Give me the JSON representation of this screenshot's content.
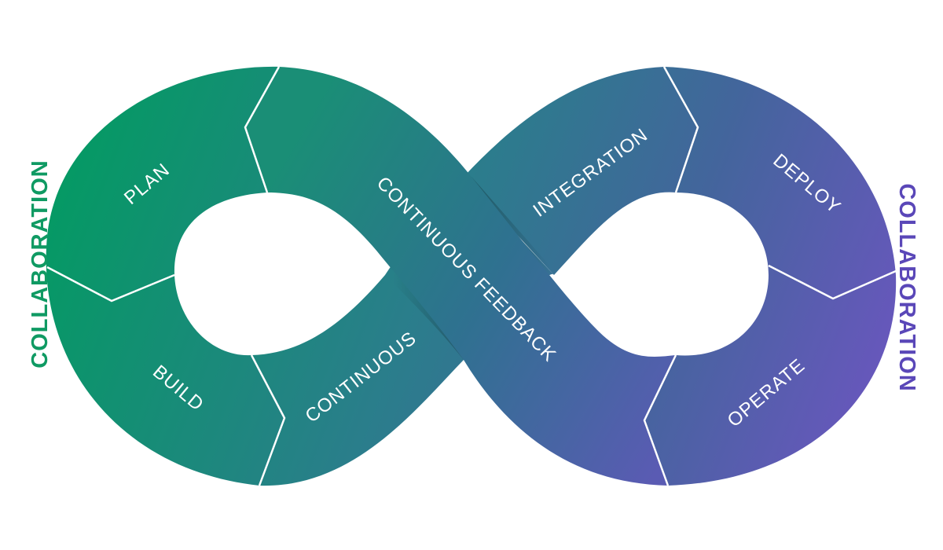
{
  "diagram": {
    "labels": {
      "plan": "PLAN",
      "build": "BUILD",
      "continuous": "CONTINUOUS",
      "continuous_feedback": "CONTINUOUS FEEDBACK",
      "integration": "INTEGRATION",
      "deploy": "DEPLOY",
      "operate": "OPERATE",
      "collaboration_left": "COLLABORATION",
      "collaboration_right": "COLLABORATION"
    },
    "colors": {
      "green": "#039b62",
      "teal": "#2b7d8c",
      "blue": "#43659c",
      "purple": "#6d55c1",
      "shadow": "#245f6e",
      "collaboration_left": "#0f9a63",
      "collaboration_right": "#5a47b8"
    }
  }
}
